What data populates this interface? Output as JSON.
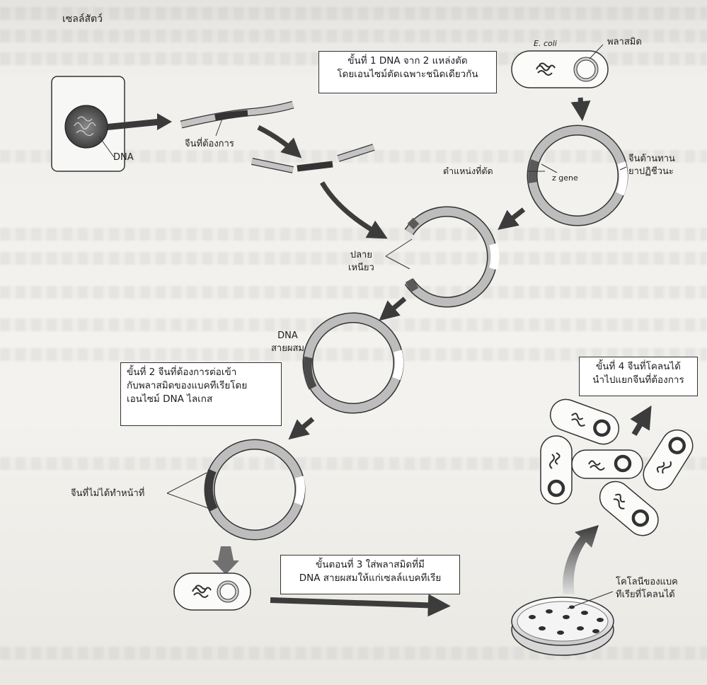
{
  "labels": {
    "animal_cell": "เซลล์สัตว์",
    "dna": "DNA",
    "gene_of_interest": "จีนที่ต้องการ",
    "ecoli": "E. coli",
    "plasmid": "พลาสมิด",
    "cut_site": "ตำแหน่งที่ตัด",
    "z_gene": "z gene",
    "antibiotic_resistance": "จีนต้านทาน\nยาปฏิชีวนะ",
    "sticky_ends": "ปลาย\nเหนียว",
    "recombinant_dna": "DNA\nสายผสม",
    "nonfunctional_gene": "จีนที่ไม่ได้ทำหน้าที่",
    "bacterial_colony": "โคโลนีของแบค\nทีเรียที่โคลนได้"
  },
  "steps": {
    "step1": "ขั้นที่ 1 DNA จาก 2 แหล่งตัด\nโดยเอนไซม์ตัดเฉพาะชนิดเดียวกัน",
    "step2": "ขั้นที่ 2 จีนที่ต้องการต่อเข้า\nกับพลาสมิดของแบคทีเรียโดย\nเอนไซม์ DNA ไลเกส",
    "step3": "ขั้นตอนที่ 3 ใส่พลาสมิดที่มี\nDNA สายผสมให้แก่เซลล์แบคทีเรีย",
    "step4": "ขั้นที่ 4 จีนที่โคลนได้\nนำไปแยกจีนที่ต้องการ"
  },
  "colors": {
    "plasmid_ring": "#b9b9b9",
    "dark_gene": "#3a3a3a",
    "arrow": "#3c3c3c"
  }
}
